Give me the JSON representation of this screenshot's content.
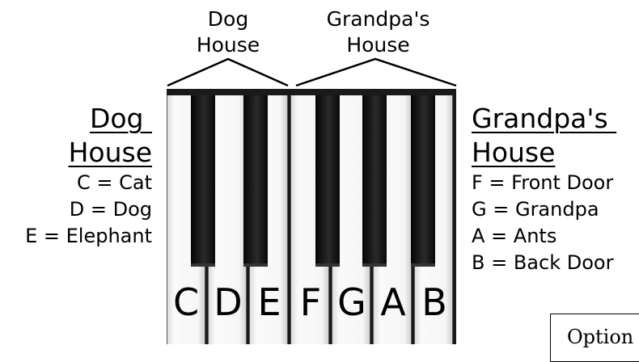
{
  "brackets": {
    "dog_house": "Dog\nHouse",
    "grandpas_house": "Grandpa's\nHouse"
  },
  "left": {
    "title_line1": "Dog ",
    "title_line2": "House",
    "items": [
      "C = Cat",
      "D = Dog",
      "E = Elephant"
    ]
  },
  "right": {
    "title_line1": "Grandpa's ",
    "title_line2": "House",
    "items": [
      "F = Front Door",
      "G = Grandpa",
      "A = Ants",
      "B = Back Door"
    ]
  },
  "keys": [
    "C",
    "D",
    "E",
    "F",
    "G",
    "A",
    "B"
  ],
  "options_label": "Option"
}
